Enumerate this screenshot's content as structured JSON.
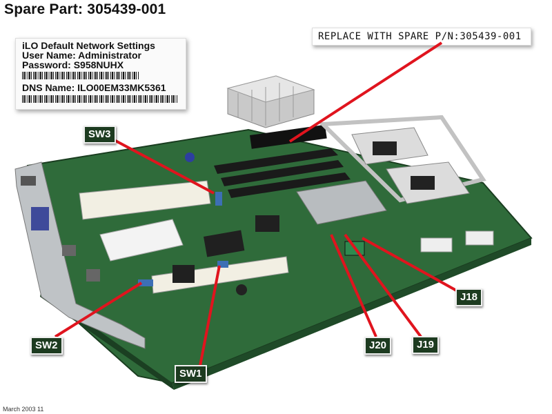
{
  "header": {
    "title": "Spare Part:  305439-001"
  },
  "ilo_card": {
    "line1": "iLO Default Network Settings",
    "line2": "User Name: Administrator",
    "line3": "Password: S958NUHX",
    "line4": "DNS Name: ILO00EM33MK5361"
  },
  "replace_label": "REPLACE WITH SPARE P/N:305439-001",
  "callouts": {
    "sw3": "SW3",
    "sw2": "SW2",
    "sw1": "SW1",
    "j18": "J18",
    "j19": "J19",
    "j20": "J20"
  },
  "footnote": "March 2003 11",
  "colors": {
    "board": "#2f6b3a",
    "board_dark": "#1f4a28",
    "leader_line": "#e0141e",
    "callout_bg": "#1d3b20"
  }
}
